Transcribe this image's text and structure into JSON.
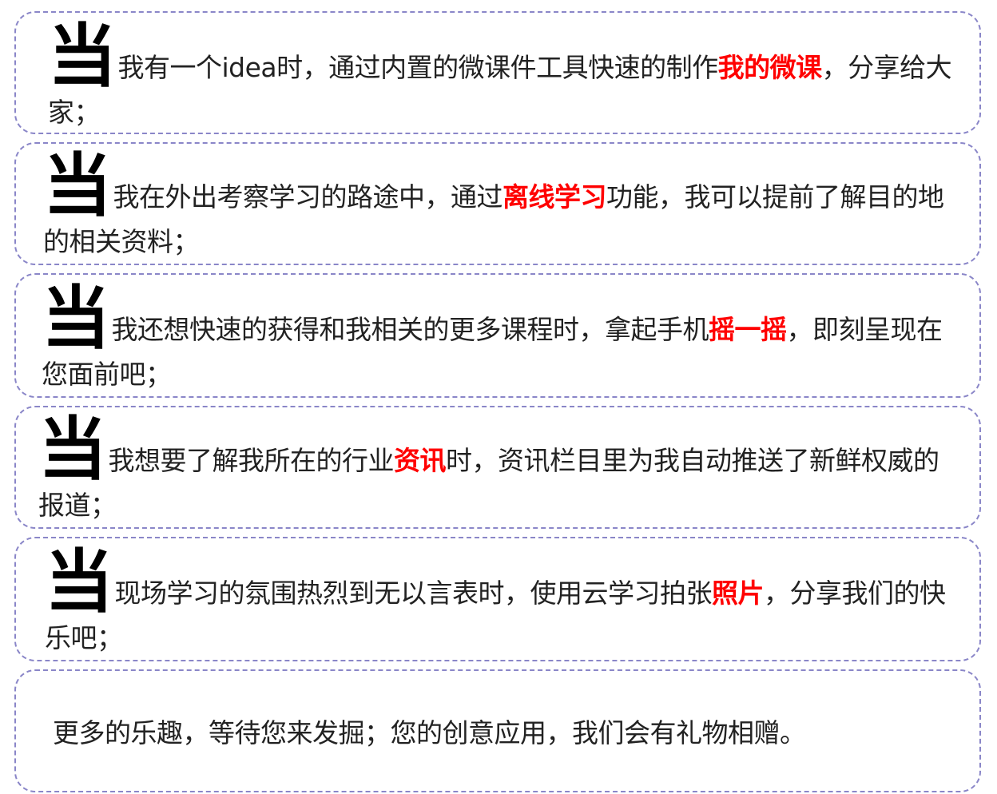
{
  "cards": [
    {
      "lead": "当",
      "before": "我有一个idea时，通过内置的微课件工具快速的制作",
      "highlight": "我的微课",
      "after": "，分享给大家；"
    },
    {
      "lead": "当",
      "before": "我在外出考察学习的路途中，通过",
      "highlight": "离线学习",
      "after": "功能，我可以提前了解目的地的相关资料；"
    },
    {
      "lead": "当",
      "before": "我还想快速的获得和我相关的更多课程时，拿起手机",
      "highlight": "摇一摇",
      "after": "，即刻呈现在您面前吧；"
    },
    {
      "lead": "当",
      "before": "我想要了解我所在的行业",
      "highlight": "资讯",
      "after": "时，资讯栏目里为我自动推送了新鲜权威的报道；"
    },
    {
      "lead": "当",
      "before": "现场学习的氛围热烈到无以言表时，使用云学习拍张",
      "highlight": "照片",
      "after": "，分享我们的快乐吧；"
    }
  ],
  "footer": {
    "text": "更多的乐趣，等待您来发掘；您的创意应用，我们会有礼物相赠。"
  },
  "colors": {
    "highlight": "#ff0000",
    "border": "#8a86c8"
  }
}
